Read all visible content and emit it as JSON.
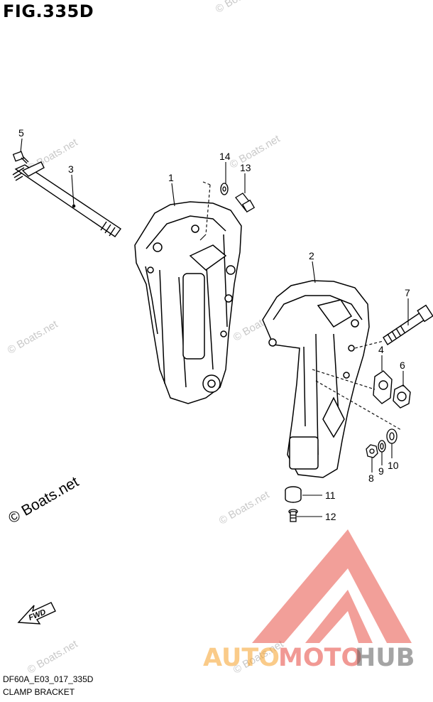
{
  "figure": {
    "title": "FIG.335D",
    "code": "DF60A_E03_017_335D",
    "caption": "CLAMP BRACKET",
    "fwd_label": "FWD"
  },
  "parts": [
    {
      "id": "part-1",
      "label": "1"
    },
    {
      "id": "part-2",
      "label": "2"
    },
    {
      "id": "part-3",
      "label": "3"
    },
    {
      "id": "part-4",
      "label": "4"
    },
    {
      "id": "part-5",
      "label": "5"
    },
    {
      "id": "part-6",
      "label": "6"
    },
    {
      "id": "part-7",
      "label": "7"
    },
    {
      "id": "part-8",
      "label": "8"
    },
    {
      "id": "part-9",
      "label": "9"
    },
    {
      "id": "part-10",
      "label": "10"
    },
    {
      "id": "part-11",
      "label": "11"
    },
    {
      "id": "part-12",
      "label": "12"
    },
    {
      "id": "part-13",
      "label": "13"
    },
    {
      "id": "part-14",
      "label": "14"
    }
  ],
  "watermarks": {
    "small": "© Boats.net",
    "large": "© Boats.net"
  },
  "brand": {
    "auto": "AUTO",
    "moto": "MOTO",
    "hub": "HUB"
  },
  "colors": {
    "line": "#000000",
    "watermark": "#c9c9c9",
    "brand_orange": "#f5a028",
    "brand_red": "#e6463c",
    "brand_gray": "#5a5a5a"
  }
}
